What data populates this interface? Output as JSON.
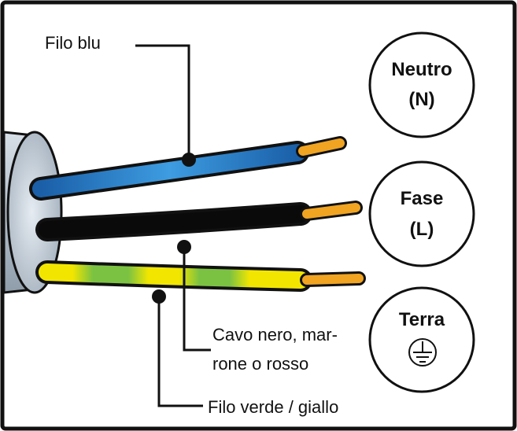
{
  "labels": {
    "blue_wire": "Filo blu",
    "black_wire_line1": "Cavo nero, mar-",
    "black_wire_line2": "rone o rosso",
    "green_yellow_wire": "Filo verde / giallo"
  },
  "terminals": {
    "neutral": {
      "name": "Neutro",
      "symbol": "(N)"
    },
    "phase": {
      "name": "Fase",
      "symbol": "(L)"
    },
    "earth": {
      "name": "Terra",
      "icon": "earth-ground-icon"
    }
  },
  "colors": {
    "blue_wire": "#1f6fc0",
    "black_wire": "#0a0a0a",
    "green_wire": "#7cc242",
    "yellow_stripe": "#f2e600",
    "copper": "#f0a422",
    "cable_sheath": "#b9c4cf"
  }
}
